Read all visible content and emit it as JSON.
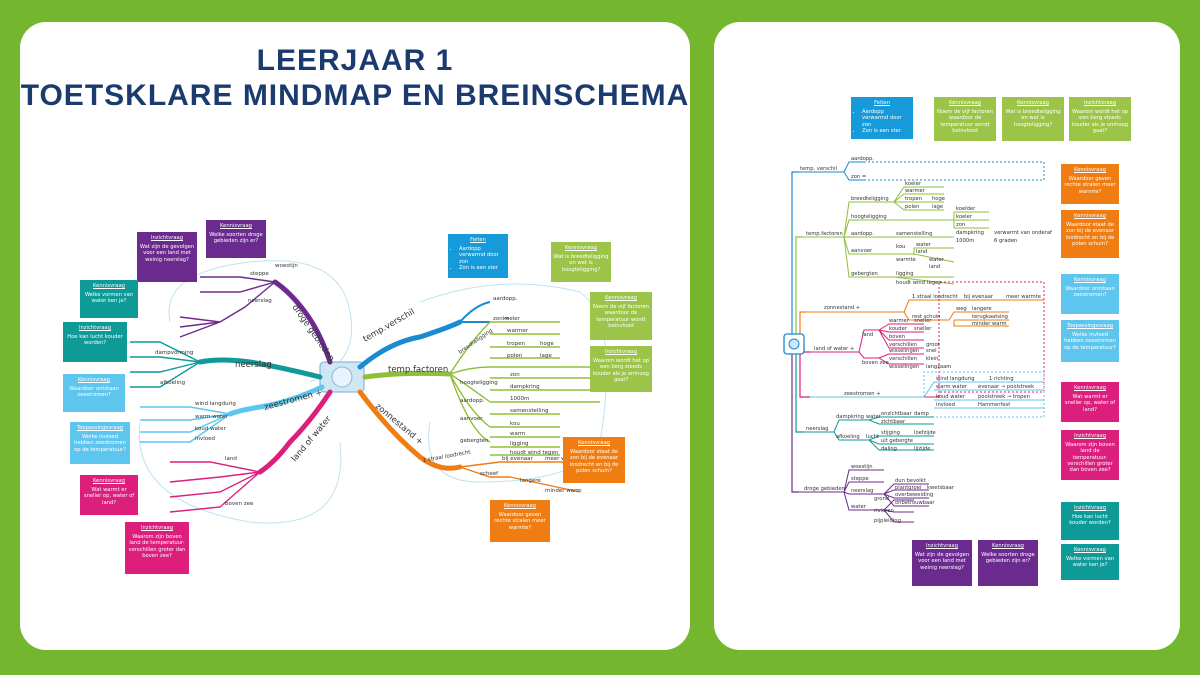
{
  "title": {
    "line1": "LEERJAAR 1",
    "line2": "TOETSKLARE MINDMAP EN BREINSCHEMA"
  },
  "mindmap": {
    "branches": {
      "temp_verschil": "temp.verschil",
      "temp_factoren": "temp.factoren",
      "zonnestand": "zonnestand +",
      "land_of_water": "land of water",
      "zeestromen": "zeestromen +",
      "neerslag": "neerslag",
      "droge_gebieden": "droge gebieden"
    },
    "sub": {
      "aardopp": "aardopp.",
      "zon": "zon =",
      "breedteligging": "breedteligging",
      "hoogteligging": "hoogteligging",
      "aardopp2": "aardopp.",
      "aanvoer": "aanvoer",
      "gebergten": "gebergten",
      "koeler": "koeler",
      "warmer": "warmer",
      "tropen": "tropen",
      "hoge": "hoge",
      "polen": "polen",
      "lage": "lage",
      "zonlicht": "zon",
      "dampkring": "dampkring",
      "g1000": "1000m",
      "samenstelling": "samenstelling",
      "kou": "kou",
      "warm": "warm",
      "ligging": "ligging",
      "houdt_wind": "houdt wind tegen",
      "loodrecht": "1 straal loodrecht",
      "bij_evenaar": "bij evenaar",
      "meer_warmte": "meer warmte",
      "scheef": "scheef",
      "langere": "langere",
      "minder_warm": "minder warm",
      "wind_langdurig": "wind langdurig",
      "warm_water": "warm water",
      "koud_water": "koud water",
      "invloed": "invloed",
      "dampvorm": "dampvorming",
      "afkoeling": "afkoeling",
      "steppe": "steppe",
      "woestijn": "woestijn",
      "neerslag": "neerslag",
      "land": "land",
      "boven_zee": "boven zee"
    }
  },
  "cards_left": [
    {
      "color": "purple",
      "heading": "Inzichtvraag",
      "body": "Wat zijn de gevolgen voor een land met weinig neerslag?"
    },
    {
      "color": "purple",
      "heading": "Kennisvraag",
      "body": "Welke soorten droge gebieden zijn er?"
    },
    {
      "color": "blue",
      "heading": "Feiten",
      "bullets": [
        "Aardopp verwarmd door zon",
        "Zon is een ster"
      ]
    },
    {
      "color": "green",
      "heading": "Kennisvraag",
      "body": "Wat is breedteligging en wat is hoogteligging?"
    },
    {
      "color": "green",
      "heading": "Kennisvraag",
      "body": "Noem de vijf factoren waardoor de temperatuur wordt beïnvloed"
    },
    {
      "color": "green",
      "heading": "Inzichtvraag",
      "body": "Waarom wordt het op een berg steeds kouder als je omhoog gaat?"
    },
    {
      "color": "teal",
      "heading": "Kennisvraag",
      "body": "Welke vormen van water ken je?"
    },
    {
      "color": "teal",
      "heading": "Inzichtvraag",
      "body": "Hoe kan lucht kouder worden?"
    },
    {
      "color": "sky",
      "heading": "Kennisvraag",
      "body": "Waardoor ontstaan zeestromen?"
    },
    {
      "color": "sky",
      "heading": "Toepassingsvraag",
      "body": "Welke invloed hebben zeestromen op de temperatuur?"
    },
    {
      "color": "pink",
      "heading": "Kennisvraag",
      "body": "Wat warmt er sneller op, water of land?"
    },
    {
      "color": "pink",
      "heading": "Inzichtvraag",
      "body": "Waarom zijn boven land de temperatuur-verschillen groter dan boven zee?"
    },
    {
      "color": "orange",
      "heading": "Kennisvraag",
      "body": "Waardoor staat de zon bij de evenaar loodrecht en bij de polen schuin?"
    },
    {
      "color": "orange",
      "heading": "Kennisvraag",
      "body": "Waardoor geven rechte stralen meer warmte?"
    }
  ],
  "cards_right": [
    {
      "color": "blue",
      "heading": "Feiten",
      "bullets": [
        "Aardopp verwarmd door zon",
        "Zon is een ster"
      ]
    },
    {
      "color": "green",
      "heading": "Kennisvraag",
      "body": "Noem de vijf factoren waardoor de temperatuur wordt beïnvloed"
    },
    {
      "color": "green",
      "heading": "Kennisvraag",
      "body": "Wat is breedteligging en wat is hoogteligging?"
    },
    {
      "color": "green",
      "heading": "Inzichtvraag",
      "body": "Waarom wordt het op een berg steeds kouder als je omhoog gaat?"
    },
    {
      "color": "orange",
      "heading": "Kennisvraag",
      "body": "Waardoor geven rechte stralen meer warmte?"
    },
    {
      "color": "orange",
      "heading": "Kennisvraag",
      "body": "Waardoor staat de zon bij de evenaar loodrecht en bij de polen schuin?"
    },
    {
      "color": "sky",
      "heading": "Kennisvraag",
      "body": "Waardoor ontstaan zeestromen?"
    },
    {
      "color": "sky",
      "heading": "Toepassingsvraag",
      "body": "Welke invloed hebben zeestromen op de temperatuur?"
    },
    {
      "color": "pink",
      "heading": "Kennisvraag",
      "body": "Wat warmt er sneller op, water of land?"
    },
    {
      "color": "pink",
      "heading": "Inzichtvraag",
      "body": "Waarom zijn boven land de temperatuur-verschillen groter dan boven zee?"
    },
    {
      "color": "teal",
      "heading": "Inzichtvraag",
      "body": "Hoe kan lucht kouder worden?"
    },
    {
      "color": "teal",
      "heading": "Kennisvraag",
      "body": "Welke vormen van water ken je?"
    },
    {
      "color": "purple",
      "heading": "Inzichtvraag",
      "body": "Wat zijn de gevolgen voor een land met weinig neerslag?"
    },
    {
      "color": "purple",
      "heading": "Kennisvraag",
      "body": "Welke soorten droge gebieden zijn er?"
    }
  ],
  "schema": {
    "temp_verschil": "temp. verschil",
    "aardopp": "aardopp.",
    "zon": "zon =",
    "temp_factoren": "temp.factoren",
    "breedteligging": "breedteligging",
    "koeler": "koeler",
    "warmer": "warmer",
    "tropen": "tropen",
    "hoge": "hoge",
    "polen": "polen",
    "lage": "lage",
    "hoogteligging": "hoogteligging",
    "koelder": "koelder",
    "koeler2": "koeler",
    "zon2": "zon",
    "dampkring": "dampkring",
    "verwarmt": "verwarmt van onderaf",
    "m1000": "1000m",
    "graden": "6 graden",
    "aardopp2": "aardopp.",
    "samenstelling": "samenstelling",
    "aanvoer": "aanvoer",
    "kou": "kou",
    "water": "water",
    "land": "land",
    "warmte": "warmte",
    "water2": "water",
    "land2": "land",
    "gebergten": "gebergten",
    "ligging": "ligging",
    "houdt": "houdt wind tegen",
    "zonnestand": "zonnestand +",
    "straal": "1 straal loodrecht",
    "bij_evenaar": "bij evenaar",
    "meer_warmte": "meer warmte",
    "rest_schuin": "rest schuin",
    "weg": "weg",
    "langere": "langere",
    "terugkaatsing": "terugkaatsing",
    "minder_warm": "minder warm",
    "land_of_water": "land of water +",
    "land3": "land",
    "warmer_sneller": "warmer",
    "sneller": "sneller",
    "kouder": "kouder",
    "sneller2": "sneller",
    "boven": "boven",
    "verschillen": "verschillen",
    "groot": "groot",
    "wisselingen": "wisselingen",
    "snel": "snel",
    "boven_zee": "boven zee",
    "verschillen2": "verschillen",
    "klein": "klein",
    "wisselingen2": "wisselingen",
    "langzaam": "langzaam",
    "zeestromen": "zeestromen +",
    "wind_langdurig": "wind langdurig",
    "richting": "1 richting",
    "warm_water": "warm water",
    "evenaar_pool": "evenaar → poolstreek",
    "koud_water": "koud water",
    "pool_tropen": "poolstreek → tropen",
    "invloed": "invloed",
    "hammerfest": "Hammerfest",
    "neerslag": "neerslag",
    "dampkring2": "dampkring",
    "water3": "water",
    "onzichtbaar": "onzichtbaar",
    "damp": "damp",
    "zichtbaar": "zichtbaar",
    "afkoeling": "afkoeling",
    "lucht": "lucht",
    "stijging": "stijging",
    "loefzijde": "loefzijde",
    "daling": "daling",
    "lijzijde": "lijzijde",
    "langs": "uit gebergte",
    "droge_gebieden": "droge gebieden",
    "woestijn": "woestijn",
    "steppe": "steppe",
    "neerslag2": "neerslag",
    "dun_bevolkt": "dun bevolkt",
    "plantgroei": "plantgroei",
    "kwetsbaar": "kwetsbaar",
    "overbeweiding": "overbeweiding",
    "onbetrouwbaar": "onbetrouwbaar",
    "water4": "water",
    "grond": "grond",
    "rivieren": "rivieren",
    "pijpleiding": "pijpleiding"
  },
  "colors": {
    "bg": "#75b62f",
    "title": "#1b3b6f",
    "blue": "#169ad9",
    "green": "#8fbf3a",
    "orange": "#ef7d12",
    "pink": "#dc1e7c",
    "purple": "#6b2b8e",
    "teal": "#0e9a97",
    "sky": "#5ec6ee"
  }
}
